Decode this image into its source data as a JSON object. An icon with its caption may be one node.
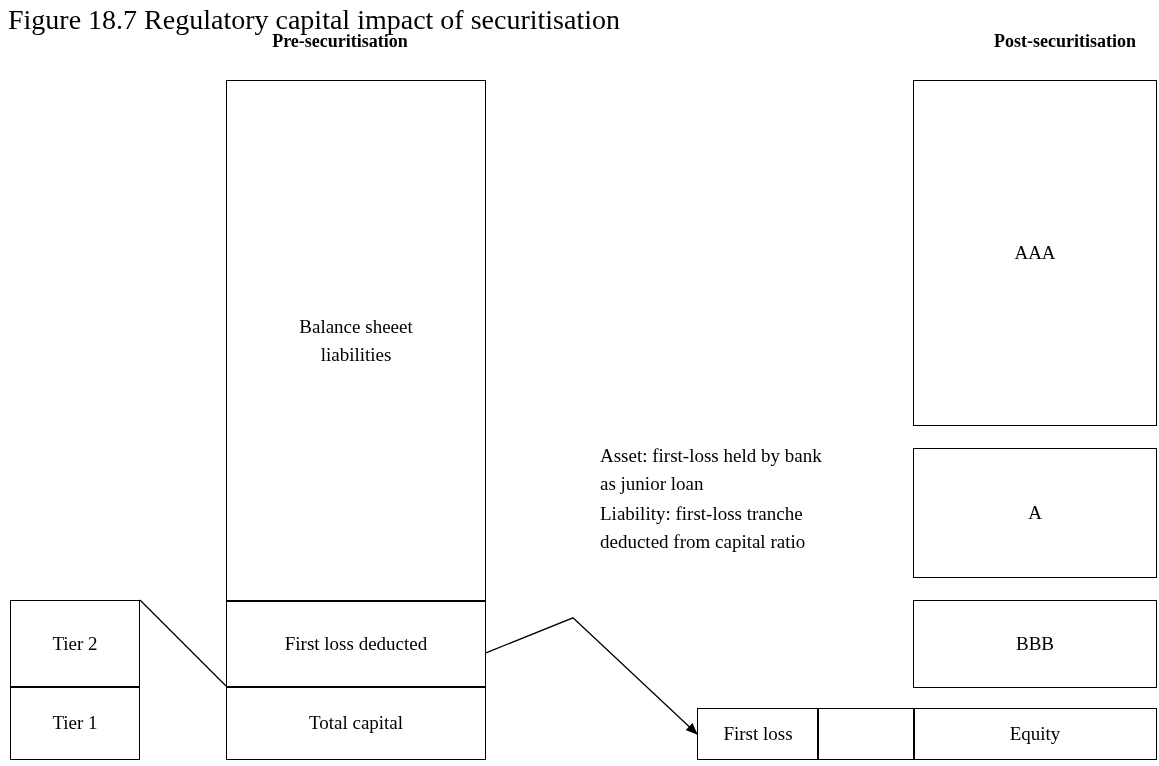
{
  "diagram": {
    "title": "Figure 18.7 Regulatory capital impact of securitisation",
    "nodes": [
      {
        "text": [
          "Balance sheeet liabilities"
        ]
      },
      {
        "text": [
          "First loss deducted"
        ]
      },
      {
        "text": [
          "Total capital"
        ]
      },
      {
        "text": [
          "Tier 2"
        ]
      },
      {
        "text": [
          "Tier 1"
        ]
      },
      {
        "text": [
          "AAA"
        ]
      },
      {
        "text": [
          "A"
        ]
      },
      {
        "text": [
          "BBB"
        ]
      },
      {
        "text": [
          "First loss"
        ]
      },
      {
        "text": [],
        "shape": "box"
      },
      {
        "text": [
          "Equity"
        ]
      }
    ],
    "edges": [
      {
        "from": 3,
        "to": 2,
        "arrow": "none"
      },
      {
        "from": 1,
        "to": 8,
        "arrow": "to"
      }
    ],
    "labels": [
      "Pre-securitisation",
      "Post-securitisation",
      "Asset: first-loss held by bank as junior loan",
      "Liability: first-loss tranche deducted from capital ratio"
    ]
  }
}
